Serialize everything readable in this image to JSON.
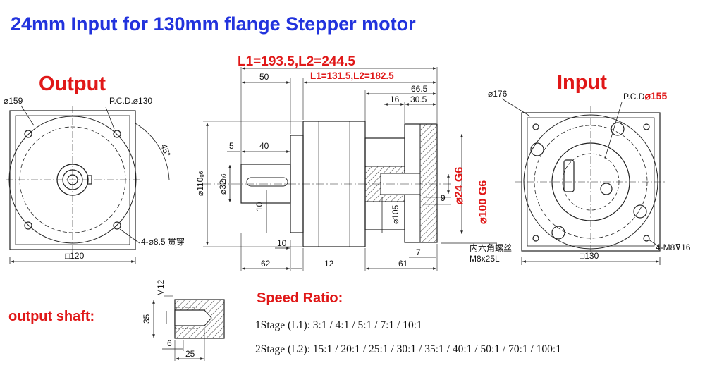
{
  "title": "24mm Input for 130mm flange Stepper motor",
  "colors": {
    "title": "#2233dd",
    "accent": "#e01818",
    "line": "#222222"
  },
  "output_view": {
    "heading": "Output",
    "dia_outer": "⌀159",
    "pcd": "P.C.D.⌀130",
    "angle": "45°",
    "holes": "4-⌀8.5 贯穿",
    "square": "□120"
  },
  "side_view": {
    "l_total": "L1=193.5,L2=244.5",
    "l_body": "L1=131.5,L2=182.5",
    "d50": "50",
    "d66_5": "66.5",
    "d16": "16",
    "d30_5": "30.5",
    "d5": "5",
    "d40": "40",
    "d110": "⌀110",
    "d110_tol": "g6",
    "d32": "⌀32",
    "d32_tol": "h6",
    "d10v": "10",
    "d10h": "10",
    "d62": "62",
    "d12": "12",
    "d61": "61",
    "d7": "7",
    "d105": "⌀105",
    "d9": "9",
    "d24g6": "⌀24 G6",
    "d100g6": "⌀100 G6",
    "screw_cn": "内六角螺丝",
    "screw_size": "M8x25L"
  },
  "input_view": {
    "heading": "Input",
    "dia_outer": "⌀176",
    "pcd_prefix": "P.C.D",
    "pcd_value": "⌀155",
    "holes": "4-M8⊽16",
    "square": "□130"
  },
  "shaft": {
    "label": "output shaft:",
    "m12": "M12",
    "d35": "35",
    "d6": "6",
    "d25": "25"
  },
  "speed_ratio": {
    "heading": "Speed Ratio:",
    "stage1": "1Stage (L1): 3:1 / 4:1 / 5:1 / 7:1 / 10:1",
    "stage2": "2Stage (L2): 15:1 / 20:1 / 25:1 / 30:1 / 35:1 / 40:1 / 50:1 / 70:1 / 100:1"
  }
}
